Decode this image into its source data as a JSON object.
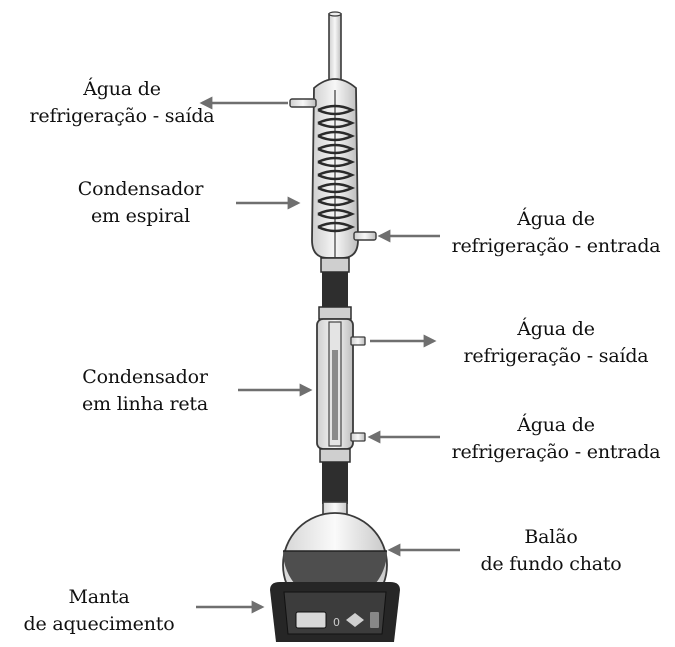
{
  "labels": {
    "outlet_top": {
      "line1": "Água de",
      "line2": "refrigeração - saída"
    },
    "spiral": {
      "line1": "Condensador",
      "line2": "em espiral"
    },
    "inlet_top": {
      "line1": "Água de",
      "line2": "refrigeração - entrada"
    },
    "outlet_bottom": {
      "line1": "Água de",
      "line2": "refrigeração - saída"
    },
    "straight": {
      "line1": "Condensador",
      "line2": "em linha reta"
    },
    "inlet_bottom": {
      "line1": "Água de",
      "line2": "refrigeração - entrada"
    },
    "flask": {
      "line1": "Balão",
      "line2": "de fundo chato"
    },
    "mantle": {
      "line1": "Manta",
      "line2": "de aquecimento"
    }
  },
  "colors": {
    "arrow": "#6f6f6f",
    "glass_outline": "#3a3a3a",
    "coil": "#2a2a2a",
    "liquid": "#4e4e4e",
    "mantle_body": "#262626",
    "joint": "#2e2e2e"
  }
}
